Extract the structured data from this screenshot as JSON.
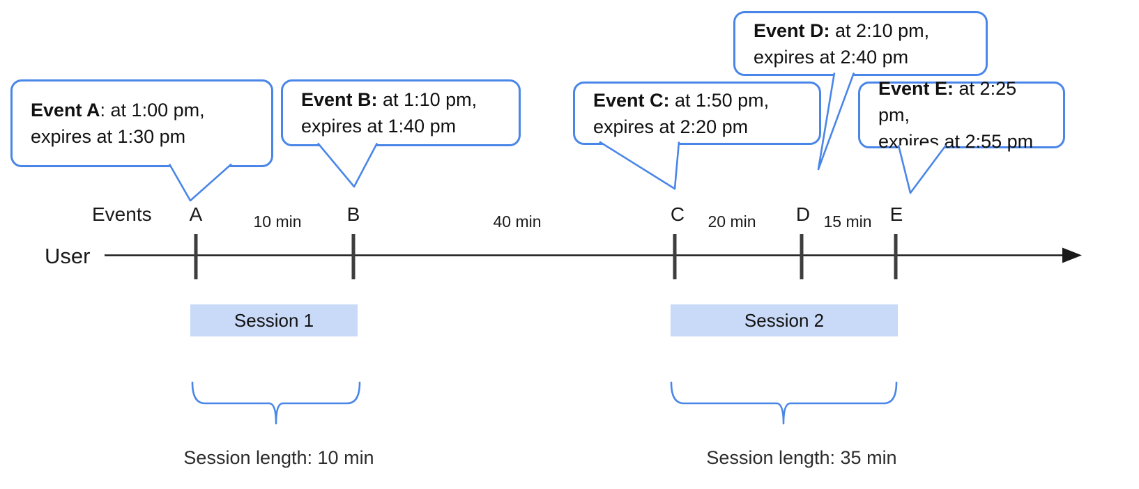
{
  "bubbles": [
    {
      "id": "A",
      "bold": "Event A",
      "rest": ": at 1:00 pm,",
      "line2": "expires at 1:30 pm"
    },
    {
      "id": "B",
      "bold": "Event B:",
      "rest": " at 1:10 pm,",
      "line2": "expires at 1:40 pm"
    },
    {
      "id": "C",
      "bold": "Event C:",
      "rest": " at 1:50 pm,",
      "line2": "expires at 2:20 pm"
    },
    {
      "id": "D",
      "bold": "Event D:",
      "rest": " at 2:10 pm,",
      "line2": "expires at 2:40 pm"
    },
    {
      "id": "E",
      "bold": "Event E:",
      "rest": " at 2:25 pm,",
      "line2": "expires at 2:55 pm"
    }
  ],
  "timeline": {
    "events_label": "Events",
    "user_label": "User",
    "marks": [
      "A",
      "B",
      "C",
      "D",
      "E"
    ],
    "intervals": [
      "10 min",
      "40 min",
      "20 min",
      "15 min"
    ]
  },
  "sessions": [
    {
      "label": "Session 1",
      "length": "Session length: 10 min"
    },
    {
      "label": "Session 2",
      "length": "Session length: 35 min"
    }
  ],
  "colors": {
    "accent_blue": "#4a86e8",
    "session_fill": "#c9daf8",
    "tick_gray": "#3d3d3d",
    "line_black": "#1a1a1a"
  }
}
